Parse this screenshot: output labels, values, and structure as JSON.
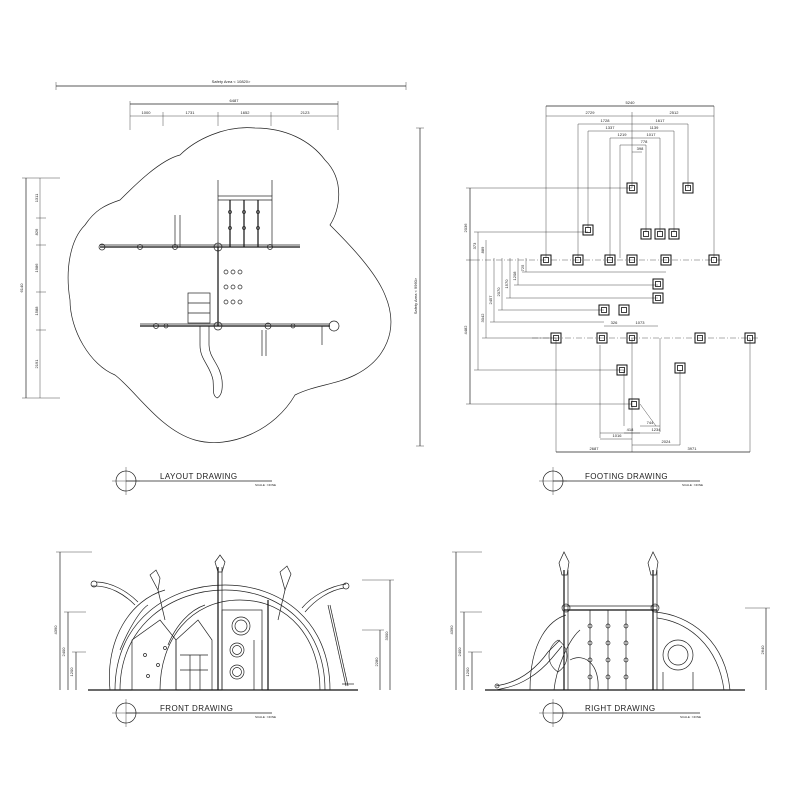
{
  "layout": {
    "title": "LAYOUT DRAWING",
    "scale": "SCALE : NONE",
    "safety_area_top": "Safety Area < 10820>",
    "safety_area_side": "Safety Area < 9960>",
    "overall_width": "6487",
    "top_dims": [
      "1000",
      "1731",
      "1652",
      "2123"
    ],
    "overall_height": "6140",
    "side_dims": [
      "1311",
      "826",
      "1986",
      "1588",
      "2191"
    ]
  },
  "footing": {
    "title": "FOOTING DRAWING",
    "scale": "SCALE : NONE",
    "top_dims": [
      "5240",
      "2729",
      "2512",
      "1728",
      "1617",
      "1337",
      "1139",
      "1219",
      "1017",
      "778",
      "398"
    ],
    "left_dims": [
      "2036",
      "373",
      "889",
      "725",
      "1208",
      "1570",
      "2070",
      "2457",
      "3042",
      "4482"
    ],
    "mid_dims": [
      "326",
      "1073"
    ],
    "bottom_dims": [
      "744",
      "418",
      "1016",
      "1234",
      "2024",
      "2687",
      "3971"
    ]
  },
  "front": {
    "title": "FRONT DRAWING",
    "scale": "SCALE : NONE",
    "left_dims": [
      "4390",
      "2400",
      "1200"
    ],
    "right_dims": [
      "2280",
      "3300"
    ]
  },
  "right": {
    "title": "RIGHT DRAWING",
    "scale": "SCALE : NONE",
    "left_dims": [
      "4390",
      "2400",
      "1200"
    ],
    "right_dims": [
      "2640"
    ]
  }
}
